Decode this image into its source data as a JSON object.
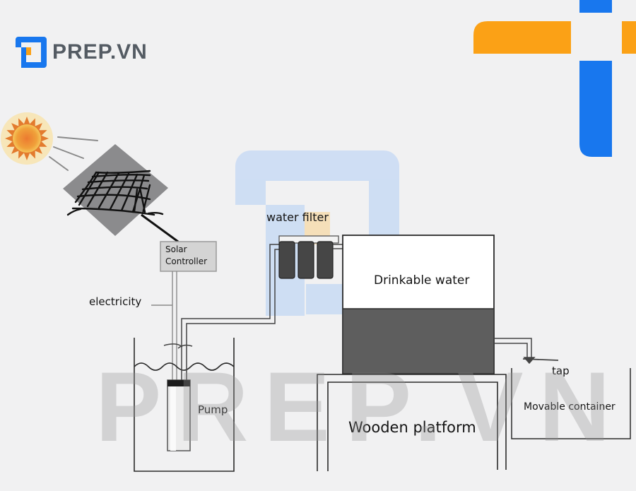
{
  "brand": {
    "name": "PREP.VN",
    "watermark_text": "PREP.VN",
    "colors": {
      "blue": "#1877ee",
      "orange": "#fba116",
      "logo_text": "#545b63"
    }
  },
  "diagram": {
    "labels": {
      "solar_controller": [
        "Solar",
        "Controller"
      ],
      "electricity": "electricity",
      "water_filter": "water filter",
      "drinkable_water": "Drinkable water",
      "tap": "tap",
      "movable_container": "Movable container",
      "pump": "Pump",
      "wooden_platform": "Wooden platform"
    },
    "icons": [
      "sun-icon",
      "solar-panel-icon",
      "pump-icon",
      "water-filter-icon",
      "tap-icon"
    ]
  }
}
